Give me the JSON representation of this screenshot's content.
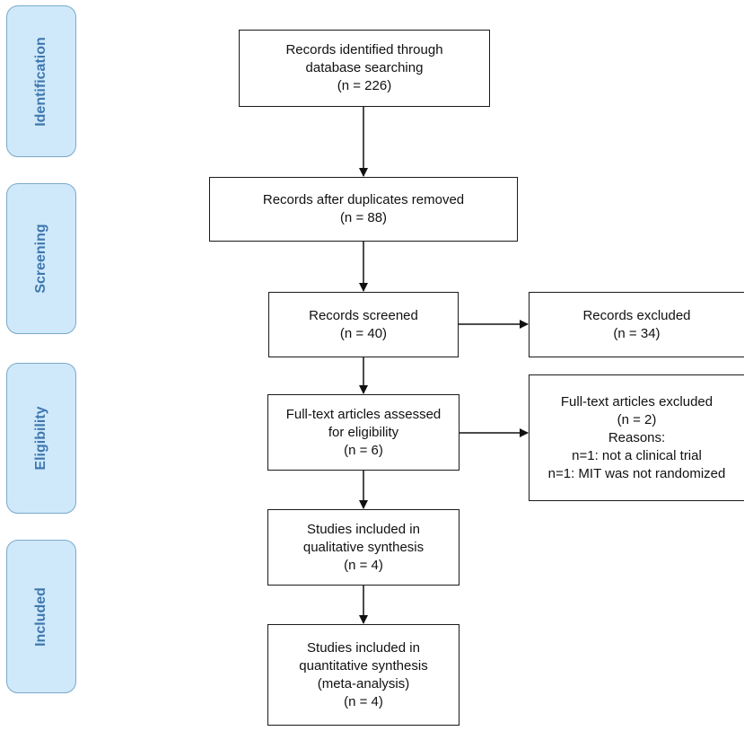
{
  "stages": {
    "identification": "Identification",
    "screening": "Screening",
    "eligibility": "Eligibility",
    "included": "Included"
  },
  "boxes": {
    "identified": [
      "Records identified through",
      "database searching",
      "(n = 226)"
    ],
    "duplicates": [
      "Records after duplicates removed",
      "(n = 88)"
    ],
    "screened": [
      "Records screened",
      "(n = 40)"
    ],
    "excluded": [
      "Records excluded",
      "(n = 34)"
    ],
    "fulltext": [
      "Full-text articles assessed",
      "for eligibility",
      "(n = 6)"
    ],
    "ft_excluded": [
      "Full-text articles excluded",
      "(n = 2)",
      "Reasons:",
      "n=1: not a clinical trial",
      "n=1: MIT was not randomized"
    ],
    "qualitative": [
      "Studies included in",
      "qualitative synthesis",
      "(n = 4)"
    ],
    "quantitative": [
      "Studies included in",
      "quantitative synthesis",
      "(meta-analysis)",
      "(n = 4)"
    ]
  },
  "colors": {
    "stage_fill": "#cfe9fb",
    "stage_border": "#7aa9c9",
    "stage_text": "#3f77ae",
    "box_border": "#1a1a1a",
    "arrow": "#111111"
  }
}
